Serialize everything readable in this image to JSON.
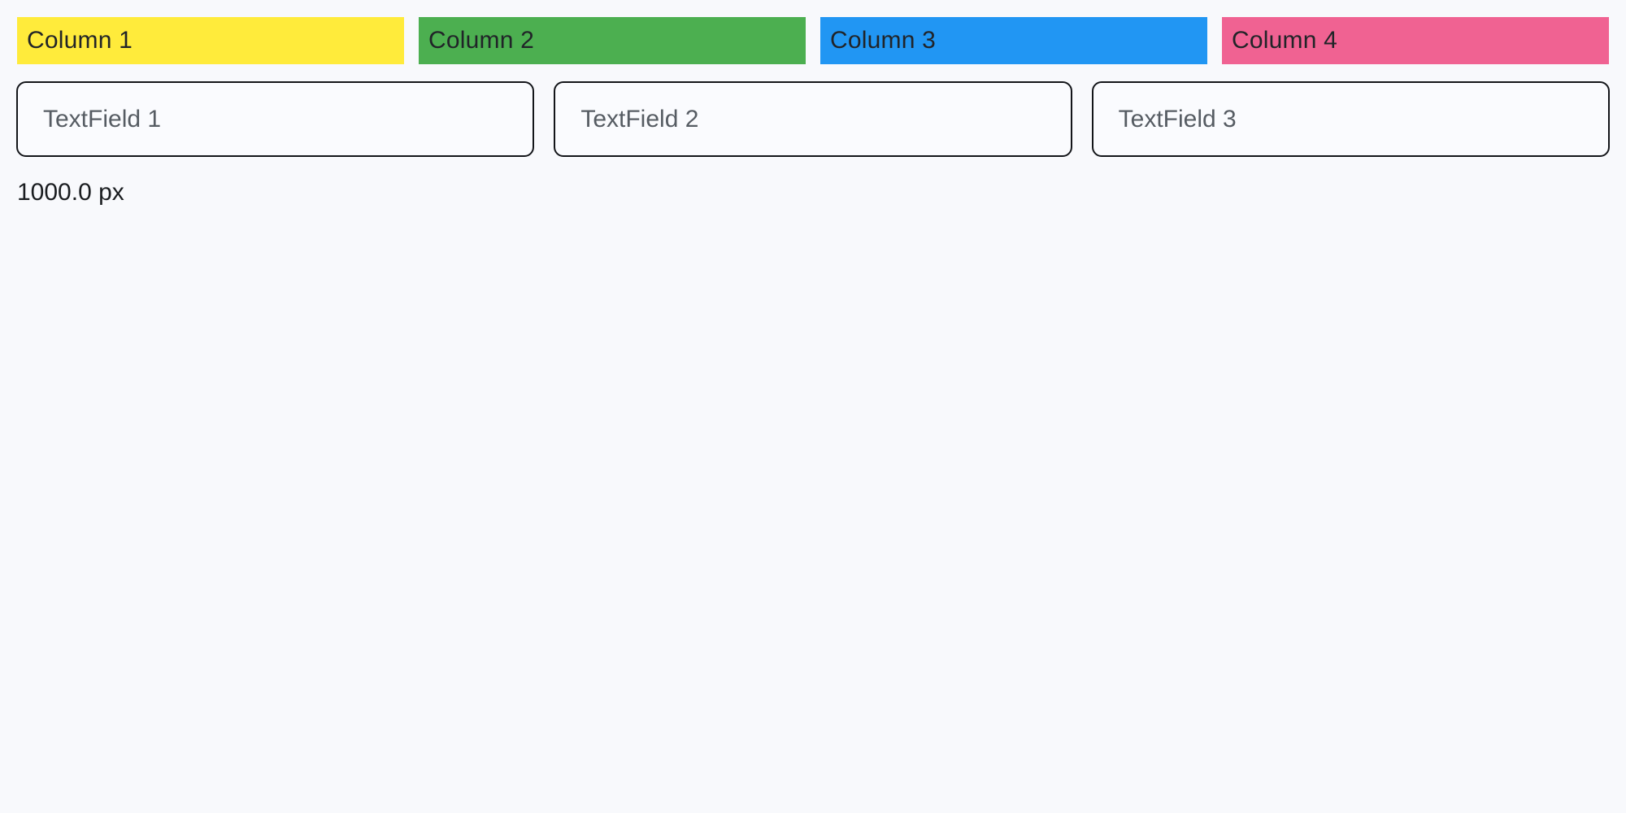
{
  "page": {
    "background": "#F8F9FC",
    "width_label": "1000.0 px"
  },
  "columns": {
    "items": [
      {
        "label": "Column 1",
        "color": "#FFEB3B"
      },
      {
        "label": "Column 2",
        "color": "#4CAF50"
      },
      {
        "label": "Column 3",
        "color": "#2196F3"
      },
      {
        "label": "Column 4",
        "color": "#F06292"
      }
    ]
  },
  "textfields": {
    "items": [
      {
        "placeholder": "TextField 1",
        "value": ""
      },
      {
        "placeholder": "TextField 2",
        "value": ""
      },
      {
        "placeholder": "TextField 3",
        "value": ""
      }
    ]
  }
}
